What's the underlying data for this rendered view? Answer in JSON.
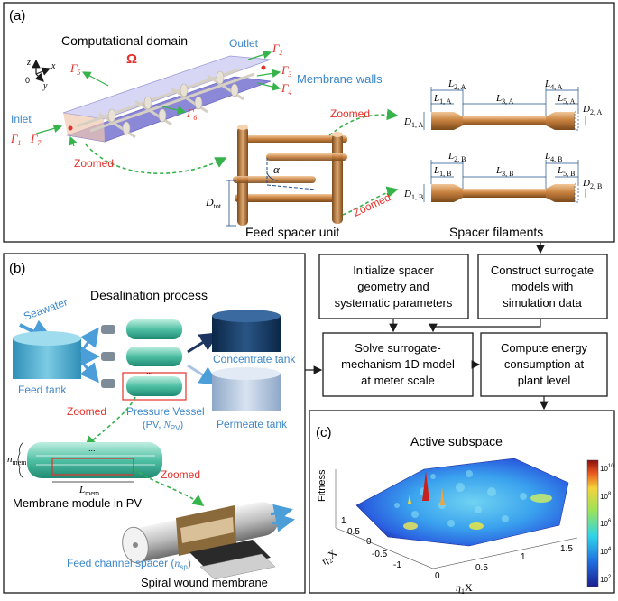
{
  "panel_a": {
    "label": "(a)",
    "computational_domain": "Computational domain",
    "omega": "Ω",
    "outlet": "Outlet",
    "inlet": "Inlet",
    "membrane_walls": "Membrane walls",
    "zoomed_1": "Zoomed",
    "zoomed_2": "Zoomed",
    "zoomed_3": "Zoomed",
    "feed_spacer_unit": "Feed spacer unit",
    "spacer_filaments": "Spacer filaments",
    "alpha": "α",
    "d_tot": "D",
    "d_tot_sub": "tot",
    "axis_z": "z",
    "axis_x": "x",
    "axis_y": "y",
    "axis_origin": "0",
    "gamma": "Γ",
    "gamma_subs": {
      "g1": "1",
      "g2": "2",
      "g3": "3",
      "g4": "4",
      "g5": "5",
      "g6": "6",
      "g7": "7"
    },
    "filament_a": {
      "L1": "1, A",
      "L2": "2, A",
      "L3": "3, A",
      "L4": "4, A",
      "L5": "5, A",
      "D1": "1, A",
      "D2": "2, A"
    },
    "filament_b": {
      "L1": "1, B",
      "L2": "2, B",
      "L3": "3, B",
      "L4": "4, B",
      "L5": "5, B",
      "D1": "1, B",
      "D2": "2, B"
    },
    "letter_L": "L",
    "letter_D": "D"
  },
  "panel_b": {
    "label": "(b)",
    "title": "Desalination process",
    "seawater": "Seawater",
    "feed_tank": "Feed tank",
    "concentrate_tank": "Concentrate tank",
    "permeate_tank": "Permeate tank",
    "zoomed_1": "Zoomed",
    "zoomed_2": "Zoomed",
    "pressure_vessel": "Pressure Vessel",
    "pv_detail": "(PV, ",
    "n_pv": "N",
    "n_pv_sub": "PV",
    "n_mem": "n",
    "n_mem_sub": "mem",
    "l_mem": "L",
    "l_mem_sub": "mem",
    "membrane_module": "Membrane module in PV",
    "feed_channel_spacer": "Feed channel spacer (",
    "n_sp": "n",
    "n_sp_sub": "sp",
    "spiral_wound": "Spiral wound membrane",
    "ellipsis": "..."
  },
  "flow": {
    "init_line1": "Initialize spacer",
    "init_line2": "geometry and",
    "init_line3": "systematic parameters",
    "surr_line1": "Construct surrogate",
    "surr_line2": "models with",
    "surr_line3": "simulation data",
    "solve_line1": "Solve surrogate-",
    "solve_line2": "mechanism 1D model",
    "solve_line3": "at meter scale",
    "energy_line1": "Compute energy",
    "energy_line2": "consumption at",
    "energy_line3": "plant level"
  },
  "panel_c": {
    "label": "(c)",
    "title": "Active subspace",
    "z_label": "Fitness",
    "x_label": "η",
    "x_label_sub": "1",
    "x_label_tail": "X",
    "y_label": "η",
    "y_label_sub": "2",
    "y_label_tail": "X",
    "x_ticks": [
      "0",
      "0.5",
      "1",
      "1.5"
    ],
    "y_ticks": [
      "1",
      "0.5",
      "0",
      "-0.5",
      "-1"
    ],
    "colorbar_ticks": [
      "10",
      "10",
      "10",
      "10",
      "10"
    ],
    "colorbar_exps": [
      "10",
      "8",
      "6",
      "4",
      "2"
    ]
  }
}
